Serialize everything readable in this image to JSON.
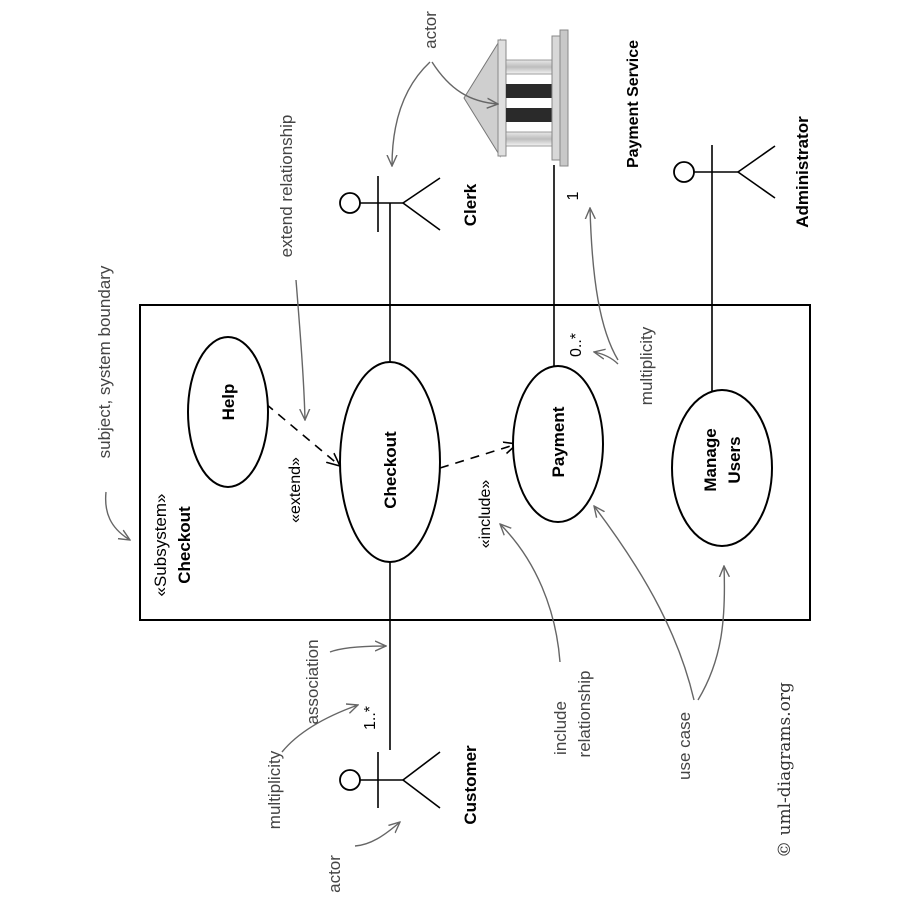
{
  "subsystem": {
    "stereotype": "«Subsystem»",
    "name": "Checkout"
  },
  "use_cases": {
    "help": "Help",
    "checkout": "Checkout",
    "payment": "Payment",
    "manage_users_line1": "Manage",
    "manage_users_line2": "Users"
  },
  "actors": {
    "customer": "Customer",
    "clerk": "Clerk",
    "payment_service": "Payment Service",
    "administrator": "Administrator"
  },
  "stereotypes": {
    "extend": "«extend»",
    "include": "«include»"
  },
  "multiplicities": {
    "customer": "1..*",
    "payment": "0..*",
    "payment_service": "1"
  },
  "annotations": {
    "actor_top": "actor",
    "actor_bottom": "actor",
    "extend_relationship": "extend relationship",
    "subject_boundary": "subject, system boundary",
    "multiplicity_right": "multiplicity",
    "multiplicity_left": "multiplicity",
    "association": "association",
    "include_line1": "include",
    "include_line2": "relationship",
    "use_case": "use case"
  },
  "copyright": "© uml-diagrams.org"
}
